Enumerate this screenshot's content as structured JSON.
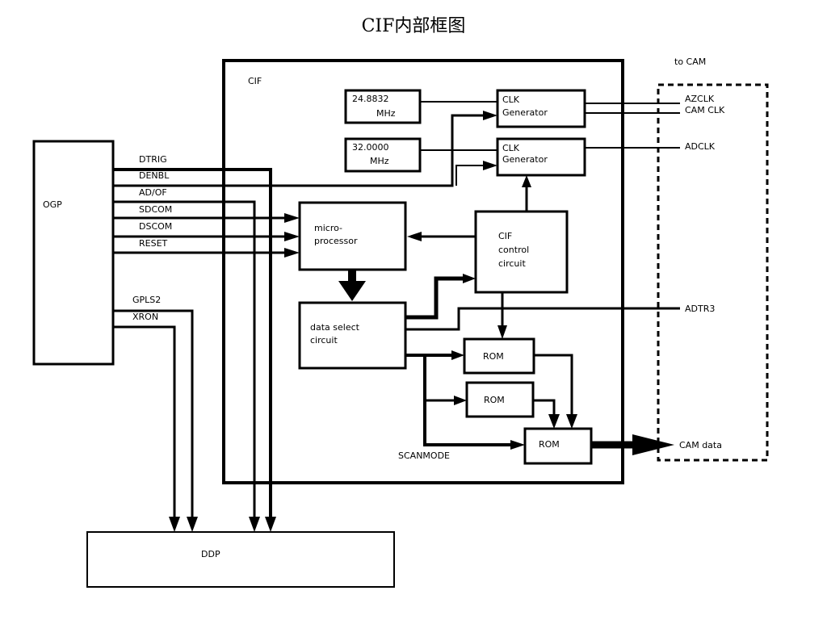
{
  "title": "CIF内部框图",
  "blocks": {
    "cif": "CIF",
    "ogp": "OGP",
    "ddp": "DDP",
    "osc1": [
      "24.8832",
      "MHz"
    ],
    "osc2": [
      "32.0000",
      "MHz"
    ],
    "clkgen1": [
      "CLK",
      "Generator"
    ],
    "clkgen2": [
      "CLK",
      "Generator"
    ],
    "micro": [
      "micro-",
      "processor"
    ],
    "control": [
      "CIF",
      "control",
      "circuit"
    ],
    "dataselect": [
      "data select",
      "circuit"
    ],
    "rom1": "ROM",
    "rom2": "ROM",
    "rom3": "ROM",
    "to_cam": "to CAM"
  },
  "signals": {
    "dtrig": "DTRIG",
    "denbl": "DENBL",
    "adof": "AD/OF",
    "sdcom": "SDCOM",
    "dscom": "DSCOM",
    "reset": "RESET",
    "gpls2": "GPLS2",
    "xron": "XRON",
    "azclk": "AZCLK",
    "camclk": "CAM CLK",
    "adclk": "ADCLK",
    "adtr3": "ADTR3",
    "scanmode": "SCANMODE",
    "camdata": "CAM data"
  }
}
